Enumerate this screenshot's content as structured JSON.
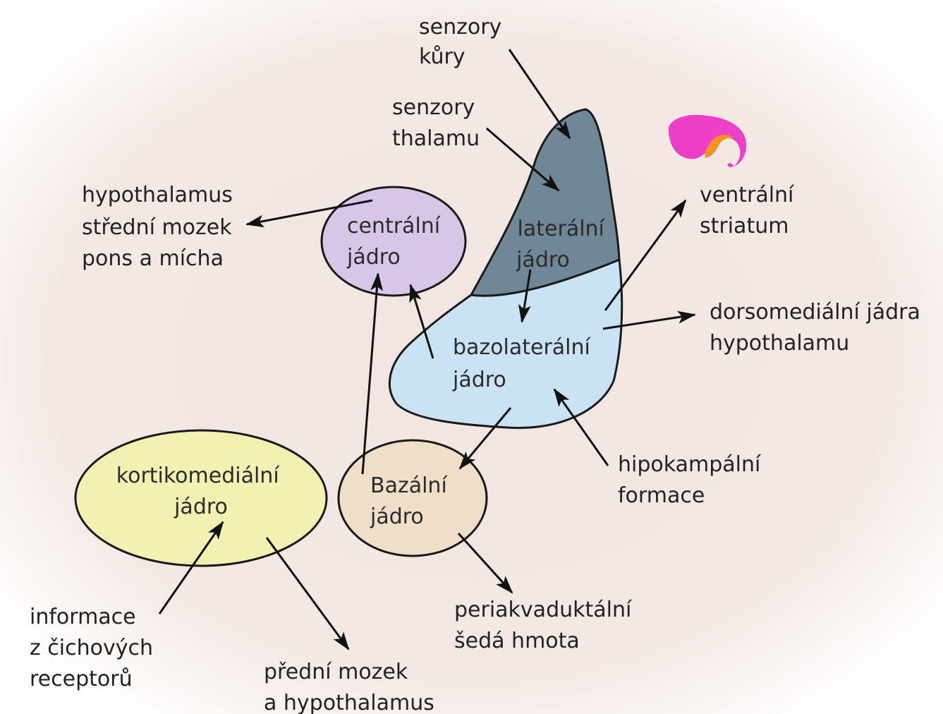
{
  "colors": {
    "background": "#f3e7e3",
    "lateral_fill": "#6f8797",
    "basolateral_fill": "#c9e2f4",
    "central_fill": "#d8c6e8",
    "corticomedial_fill": "#f3f1b2",
    "basal_fill": "#f0dfc8",
    "outline": "#1a1a1a",
    "icon_magenta": "#ee3fc9",
    "icon_orange": "#f39321"
  },
  "nuclei": {
    "lateral": [
      "laterální",
      "jádro"
    ],
    "basolateral": [
      "bazolaterální",
      "jádro"
    ],
    "central": [
      "centrální",
      "jádro"
    ],
    "corticomedial": [
      "kortikomediální",
      "jádro"
    ],
    "basal": [
      "Bazální",
      "jádro"
    ]
  },
  "labels": {
    "sensory_cortex": [
      "senzory",
      "kůry"
    ],
    "sensory_thalamus": [
      "senzory",
      "thalamu"
    ],
    "hypothalamus": [
      "hypothalamus",
      "střední mozek",
      "pons a mícha"
    ],
    "ventral_striatum": [
      "ventrální",
      "striatum"
    ],
    "dorsomedial": [
      "dorsomediální jádra",
      "hypothalamu"
    ],
    "hippocampal": [
      "hipokampální",
      "formace"
    ],
    "olfactory": [
      "informace",
      "z čichových",
      "receptorů"
    ],
    "forebrain": [
      "přední mozek",
      "a hypothalamus"
    ],
    "periaqueductal": [
      "periakvaduktální",
      "šedá hmota"
    ]
  },
  "icons": {
    "amygdala_icon": "brain-amygdala-icon"
  }
}
